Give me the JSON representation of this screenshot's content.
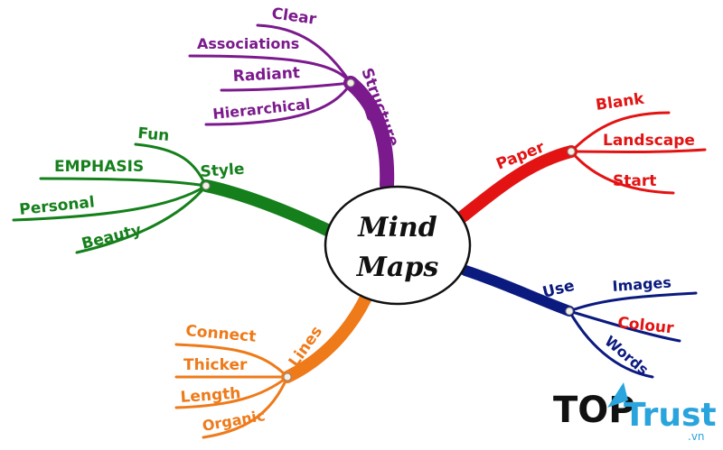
{
  "center": {
    "line1": "Mind",
    "line2": "Maps"
  },
  "branches": {
    "structure": {
      "label": "Structure",
      "color": "#7b1a8c",
      "items": [
        "Clear",
        "Associations",
        "Radiant",
        "Hierarchical"
      ]
    },
    "paper": {
      "label": "Paper",
      "color": "#e31313",
      "items": [
        "Blank",
        "Landscape",
        "Start"
      ]
    },
    "use": {
      "label": "Use",
      "color": "#0b1a7e",
      "items": [
        "Images",
        "Colour",
        "Words"
      ]
    },
    "lines": {
      "label": "Lines",
      "color": "#ee7a1a",
      "items": [
        "Connect",
        "Thicker",
        "Length",
        "Organic"
      ]
    },
    "style": {
      "label": "Style",
      "color": "#15801b",
      "items": [
        "Fun",
        "EMPHASIS",
        "Personal",
        "Beauty"
      ]
    }
  },
  "item_colors": {
    "colour": "#e31313"
  },
  "logo": {
    "top": "TOP",
    "trust": "Trust",
    "vn": ".vn",
    "text_color": "#111111",
    "accent": "#2aa4dd"
  }
}
